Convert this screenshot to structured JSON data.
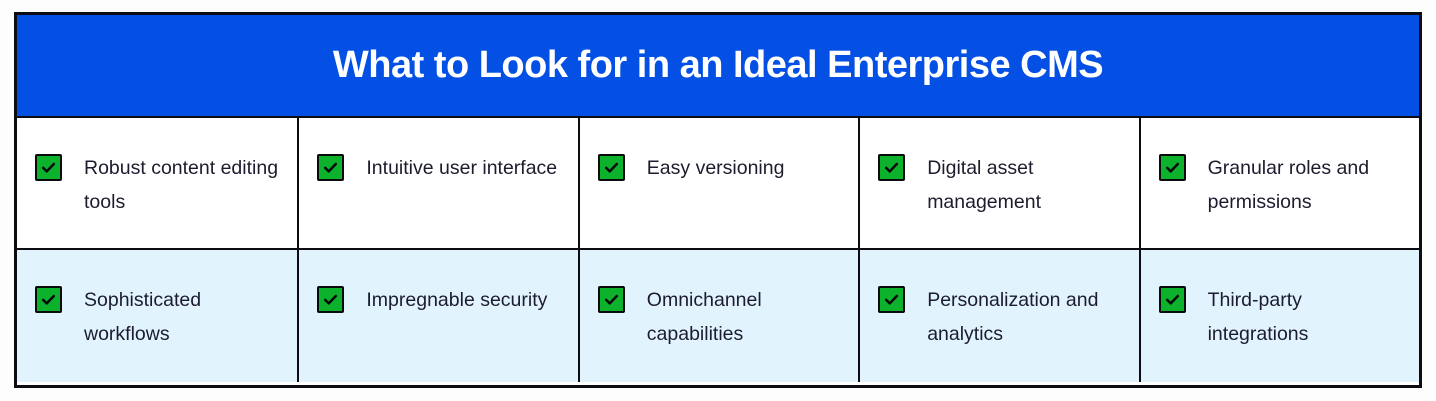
{
  "title": "What to Look for in an Ideal Enterprise CMS",
  "colors": {
    "header_bg": "#0450E4",
    "row_alt_bg": "#E1F4FD",
    "checkbox_green": "#0CB22C",
    "border": "#0C0C12",
    "text": "#1C1C2E",
    "title_text": "#FFFFFF"
  },
  "rows": [
    {
      "cells": [
        {
          "icon": "checkbox-checked-icon",
          "label": "Robust content editing tools"
        },
        {
          "icon": "checkbox-checked-icon",
          "label": "Intuitive user interface"
        },
        {
          "icon": "checkbox-checked-icon",
          "label": "Easy versioning"
        },
        {
          "icon": "checkbox-checked-icon",
          "label": "Digital asset management"
        },
        {
          "icon": "checkbox-checked-icon",
          "label": "Granular roles and permissions"
        }
      ]
    },
    {
      "cells": [
        {
          "icon": "checkbox-checked-icon",
          "label": "Sophisticated workflows"
        },
        {
          "icon": "checkbox-checked-icon",
          "label": "Impregnable security"
        },
        {
          "icon": "checkbox-checked-icon",
          "label": "Omnichannel capabilities"
        },
        {
          "icon": "checkbox-checked-icon",
          "label": "Personalization and analytics"
        },
        {
          "icon": "checkbox-checked-icon",
          "label": "Third-party integrations"
        }
      ]
    }
  ]
}
